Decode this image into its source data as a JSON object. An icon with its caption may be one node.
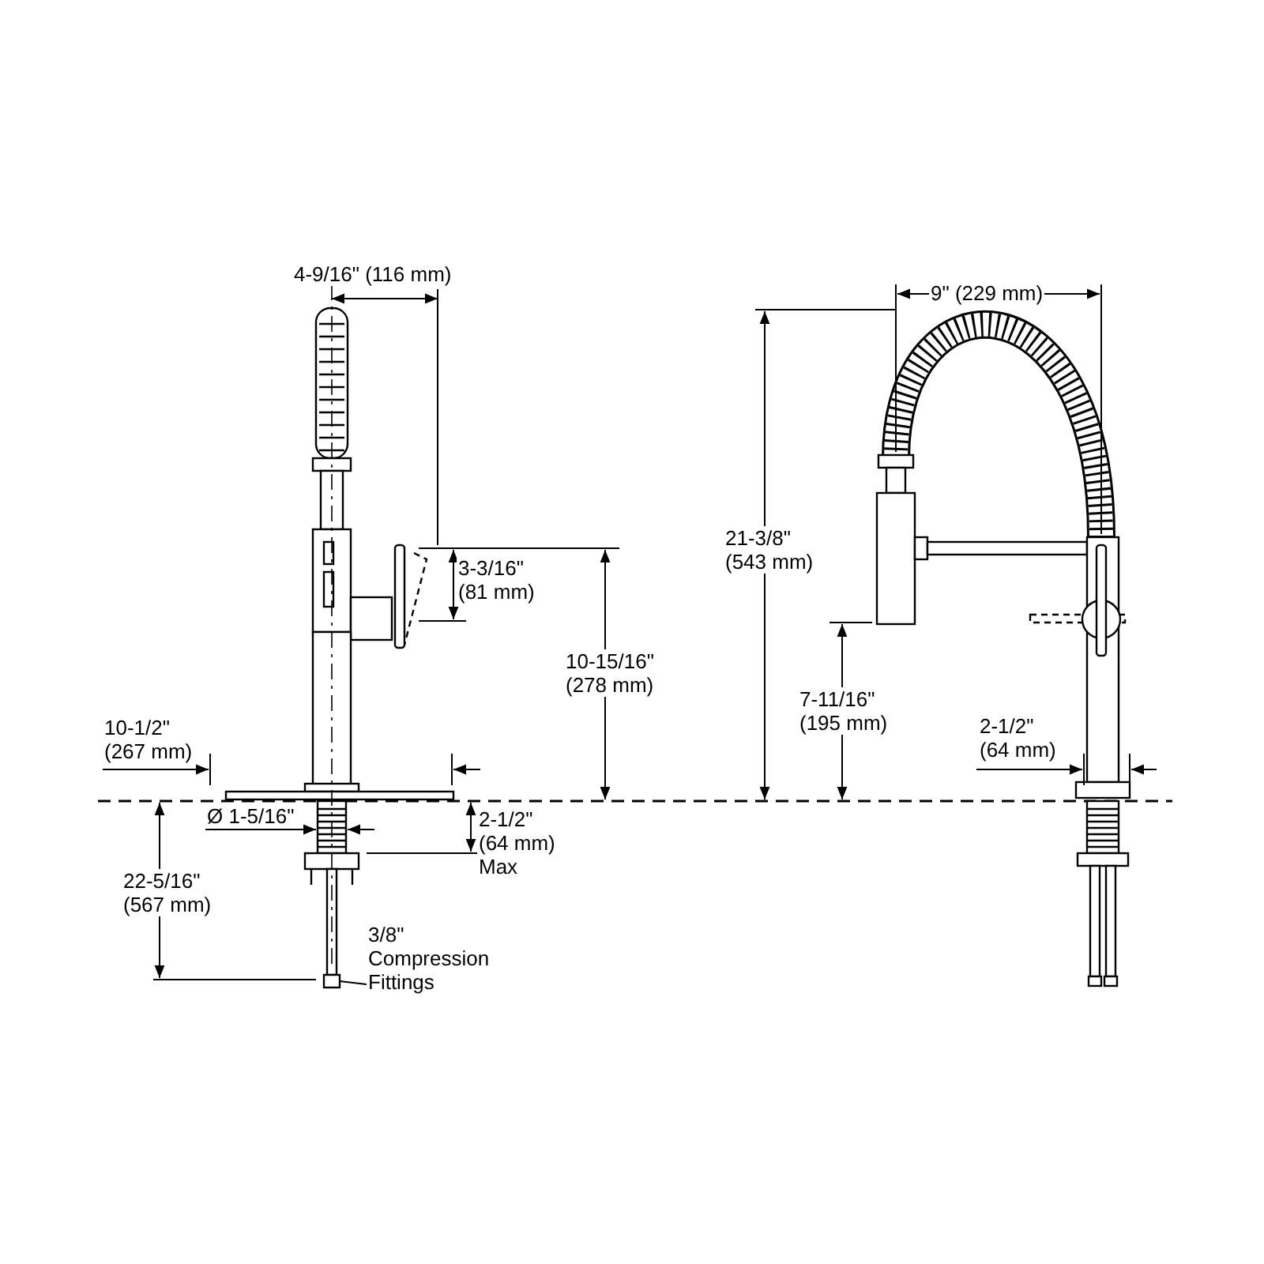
{
  "diagram": {
    "nodes": [
      {
        "text": [
          "3/8\" Compression Fittings"
        ]
      },
      {
        "text": [],
        "shape": "box"
      }
    ],
    "edges": [
      {
        "from": 0,
        "to": 1,
        "arrow": "none"
      }
    ],
    "labels": [
      "4-9/16\" (116 mm)",
      "9\" (229 mm)",
      "21-3/8\" (543 mm)",
      "3-3/16\" (81 mm)",
      "10-15/16\" (278 mm)",
      "7-11/16\" (195 mm)",
      "10-1/2\" (267 mm)",
      "2-1/2\" (64 mm)",
      "Ø 1-5/16\"",
      "2-1/2\" (64 mm) Max",
      "22-5/16\" (567 mm)"
    ]
  }
}
